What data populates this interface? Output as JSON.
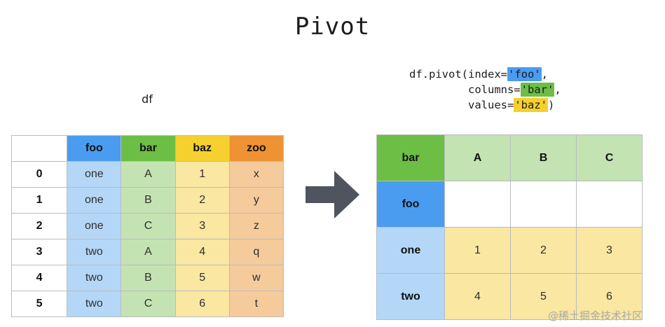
{
  "title": "Pivot",
  "df_caption": "df",
  "code": {
    "line1_pre": "df.pivot(index=",
    "line1_hl": "'foo'",
    "line1_post": ",",
    "line2_pre": "         columns=",
    "line2_hl": "'bar'",
    "line2_post": ",",
    "line3_pre": "         values=",
    "line3_hl": "'baz'",
    "line3_post": ")",
    "hl_colors": {
      "foo": "#4a9cf0",
      "bar": "#6cbe45",
      "baz": "#f5d02e"
    }
  },
  "source_table": {
    "index_header": "",
    "columns": [
      "foo",
      "bar",
      "baz",
      "zoo"
    ],
    "index": [
      "0",
      "1",
      "2",
      "3",
      "4",
      "5"
    ],
    "rows": [
      [
        "one",
        "A",
        "1",
        "x"
      ],
      [
        "one",
        "B",
        "2",
        "y"
      ],
      [
        "one",
        "C",
        "3",
        "z"
      ],
      [
        "two",
        "A",
        "4",
        "q"
      ],
      [
        "two",
        "B",
        "5",
        "w"
      ],
      [
        "two",
        "C",
        "6",
        "t"
      ]
    ],
    "header_colors": [
      "#4a9cf0",
      "#6cbe45",
      "#f5d02e",
      "#ee9234"
    ],
    "cell_colors": [
      "#b4d7f7",
      "#c4e3b2",
      "#f9e7a2",
      "#f5cb9c"
    ]
  },
  "pivot_table": {
    "columns_name": "bar",
    "index_name": "foo",
    "columns": [
      "A",
      "B",
      "C"
    ],
    "index": [
      "one",
      "two"
    ],
    "rows": [
      [
        "1",
        "2",
        "3"
      ],
      [
        "4",
        "5",
        "6"
      ]
    ]
  },
  "arrow": {
    "name": "right-arrow",
    "color": "#4f545e"
  },
  "watermark": "@稀土掘金技术社区"
}
